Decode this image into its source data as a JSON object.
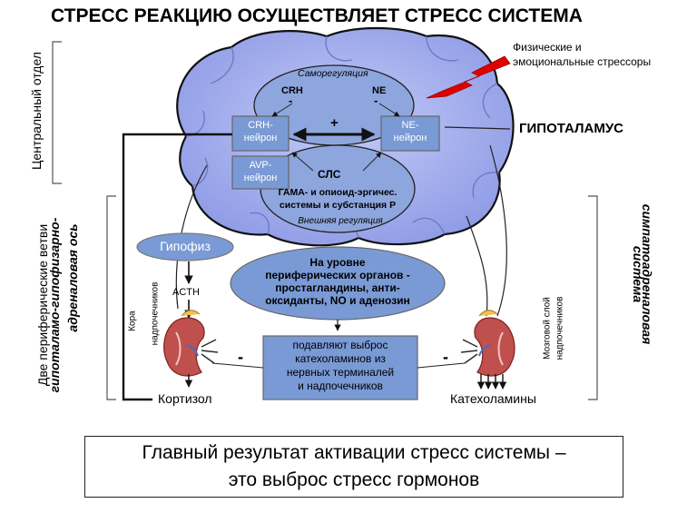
{
  "title": "СТРЕСС РЕАКЦИЮ ОСУЩЕСТВЛЯЕТ СТРЕСС СИСТЕМА",
  "left_labels": {
    "central": "Центральный отдел",
    "peripheral": "Две периферические ветви",
    "hpa_line1": "гипоталамо-гипофизарно-",
    "hpa_line2": "адреналовая ось"
  },
  "right_labels": {
    "sympathetic_line1": "симпатоадреналовая",
    "sympathetic_line2": "система"
  },
  "stressors": {
    "line1": "Физические и",
    "line2": "эмоциональные стрессоры"
  },
  "hypothalamus": "ГИПОТАЛАМУС",
  "brain": {
    "self_regulation": "Саморегуляция",
    "crh": "CRH",
    "ne": "NE",
    "minus": "-",
    "plus": "+",
    "crh_neuron_1": "CRH-",
    "crh_neuron_2": "нейрон",
    "ne_neuron_1": "NE-",
    "ne_neuron_2": "нейрон",
    "avp_neuron_1": "AVP-",
    "avp_neuron_2": "нейрон",
    "sls": "СЛС",
    "gaba_line1": "ГАМА- и опиоид-эргичес.",
    "gaba_line2": "системы и субстанция Р",
    "external": "Внешняя регуляция"
  },
  "pituitary": "Гипофиз",
  "acth": "ACTH",
  "periph_box": {
    "line1": "На уровне",
    "line2": "периферических органов -",
    "line3": "простагландины, анти-",
    "line4": "оксиданты, NO и аденозин"
  },
  "suppress_box": {
    "line1": "подавляют выброс",
    "line2": "катехоламинов из",
    "line3": "нервных терминалей",
    "line4": "и надпочечников"
  },
  "cortex_label_1": "Кора",
  "cortex_label_2": "надпочечников",
  "medulla_label_1": "Мозговой слой",
  "medulla_label_2": "надпочечников",
  "cortisol": "Кортизол",
  "catecholamines": "Катехоламины",
  "minus_sign": "-",
  "summary": {
    "line1": "Главный результат активации стресс системы –",
    "line2": "это выброс стресс гормонов"
  },
  "colors": {
    "brain_fill": "#a9b4ef",
    "box_fill": "#7a9ad6",
    "ellipse_fill": "#8ea6de",
    "kidney": "#c0504d",
    "bolt": "#e00000"
  }
}
